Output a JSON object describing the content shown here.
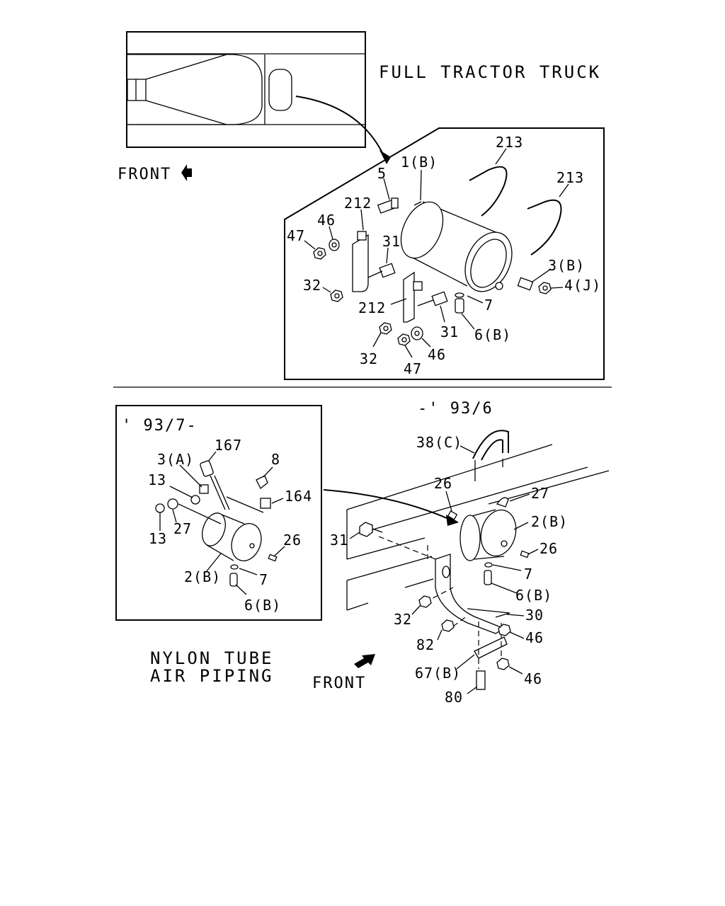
{
  "headings": {
    "full_tractor_truck": "FULL TRACTOR TRUCK",
    "front_top": "FRONT",
    "front_bottom": "FRONT",
    "date_before": "-' 93/6",
    "date_after": "' 93/7-",
    "nylon_line1": "NYLON TUBE",
    "nylon_line2": "AIR PIPING"
  },
  "top_labels": {
    "l213a": "213",
    "l213b": "213",
    "l1b": "1(B)",
    "l5": "5",
    "l212a": "212",
    "l46a": "46",
    "l47a": "47",
    "l31a": "31",
    "l32a": "32",
    "l3b": "3(B)",
    "l4j": "4(J)",
    "l7": "7",
    "l212b": "212",
    "l6b": "6(B)",
    "l31b": "31",
    "l32b": "32",
    "l46b": "46",
    "l47b": "47"
  },
  "inset_labels": {
    "l167": "167",
    "l3a": "3(A)",
    "l8": "8",
    "l13a": "13",
    "l164": "164",
    "l27": "27",
    "l13b": "13",
    "l26": "26",
    "l2b": "2(B)",
    "l7": "7",
    "l6b": "6(B)"
  },
  "main_labels": {
    "l38c": "38(C)",
    "l26a": "26",
    "l27": "27",
    "l2b": "2(B)",
    "l31": "31",
    "l26b": "26",
    "l7": "7",
    "l6b": "6(B)",
    "l30": "30",
    "l32": "32",
    "l82": "82",
    "l46a": "46",
    "l67b": "67(B)",
    "l46b": "46",
    "l80": "80"
  }
}
